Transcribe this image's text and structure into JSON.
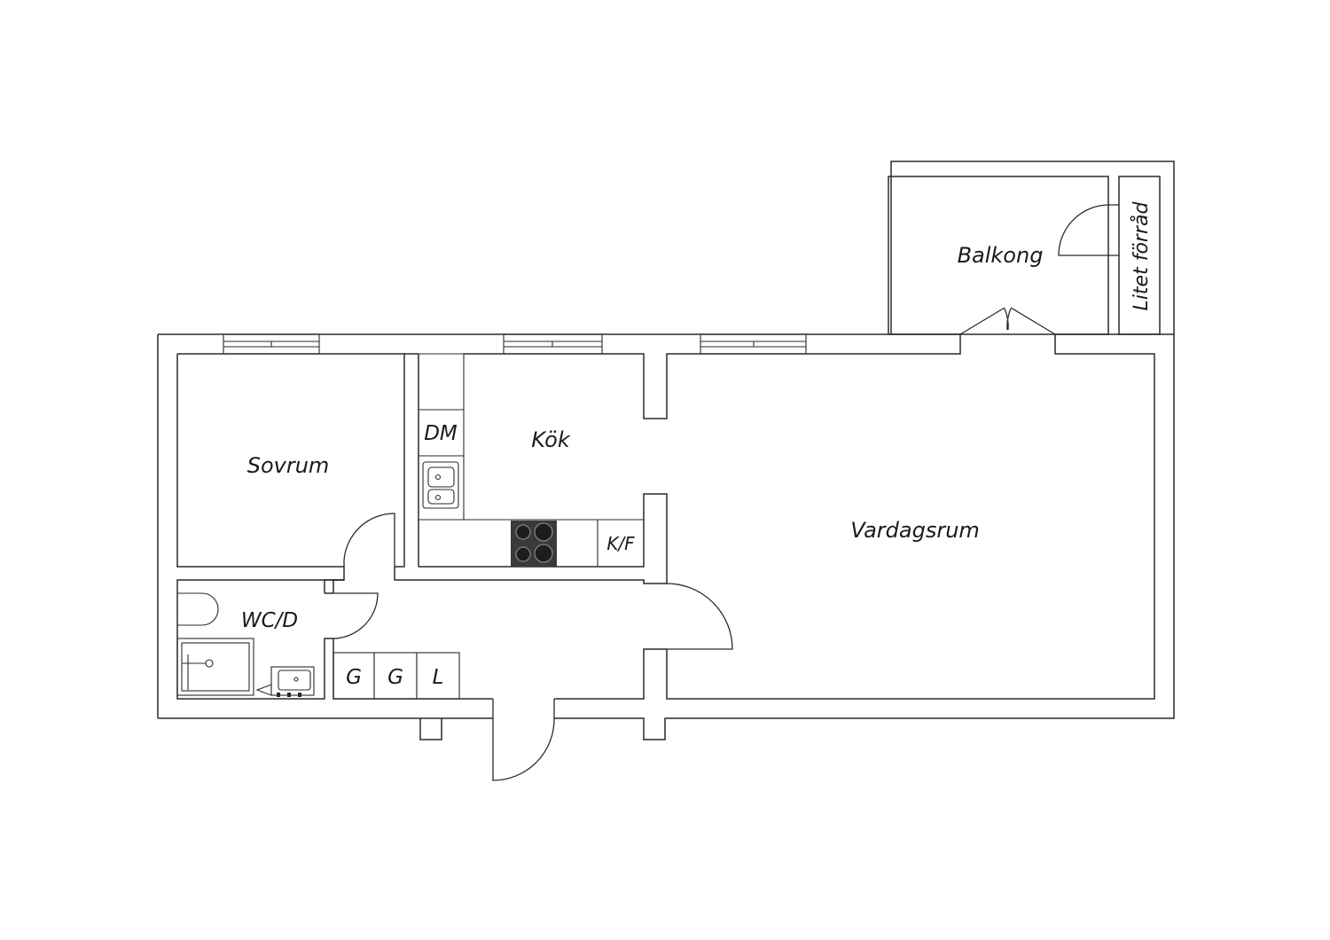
{
  "rooms": {
    "sovrum": "Sovrum",
    "kok": "Kök",
    "vardagsrum": "Vardagsrum",
    "wc": "WC/D",
    "balkong": "Balkong",
    "forrad": "Litet förråd"
  },
  "fixtures": {
    "dm": "DM",
    "kf": "K/F",
    "closet_1": "G",
    "closet_2": "G",
    "closet_3": "L"
  }
}
